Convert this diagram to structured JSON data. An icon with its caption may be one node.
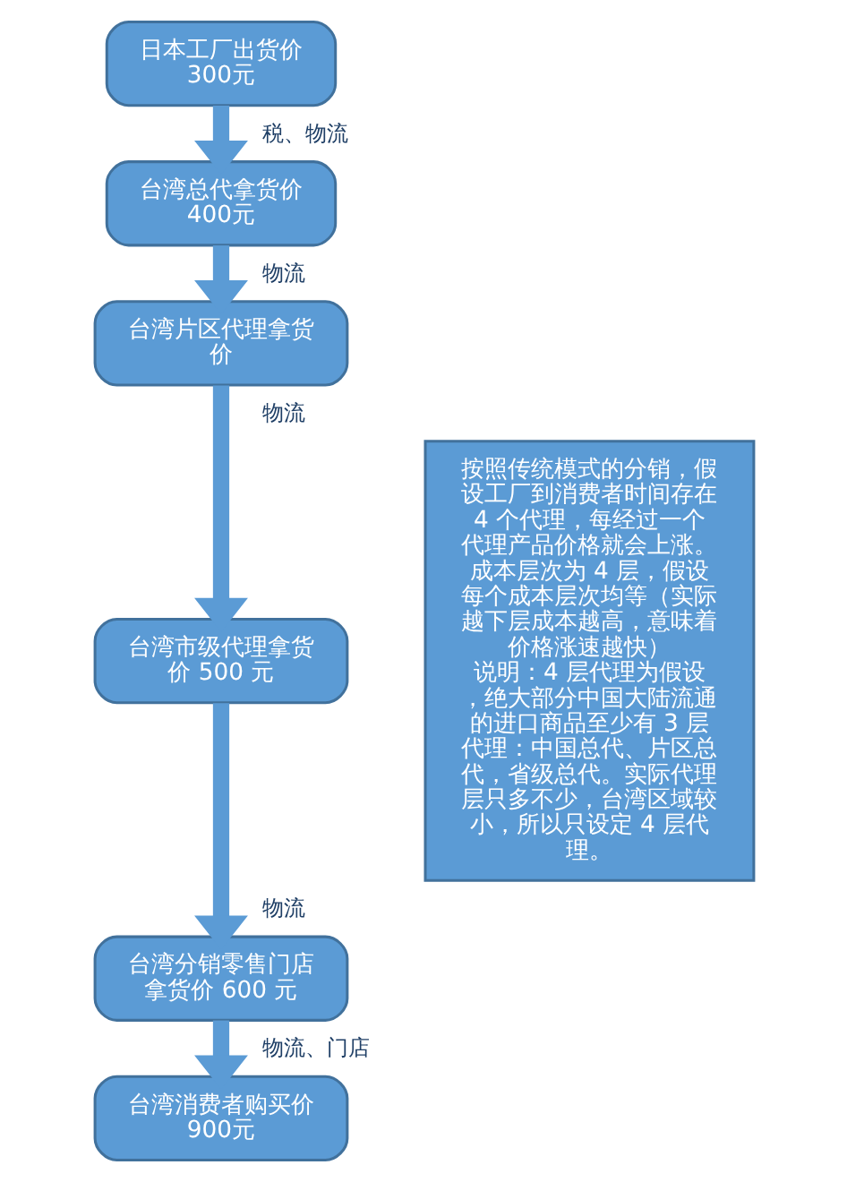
{
  "diagram": {
    "nodes": [
      {
        "text": [
          "日本工厂出货价300元"
        ]
      },
      {
        "text": [
          "台湾总代拿货价400元"
        ]
      },
      {
        "text": [
          "台湾片区代理拿货价"
        ]
      },
      {
        "text": [
          "台湾市级代理拿货价 500 元"
        ]
      },
      {
        "text": [
          "台湾分销零售门店拿货价 600 元"
        ]
      },
      {
        "text": [
          "台湾消费者购买价900元"
        ]
      },
      {
        "text": [
          "按照传统模式的分销，假设工厂到消费者时间存在 4 个代理，每经过一个代理产品价格就会上涨。成本层次为 4 层，假设每个成本层次均等（实际越下层成本越高，意味着价格涨速越快）",
          "说明：4 层代理为假设，绝大部分中国大陆流通的进口商品至少有 3 层代理：中国总代、片区总代，省级总代。实际代理层只多不少，台湾区域较小，所以只设定 4 层代理。"
        ]
      }
    ],
    "edges": [
      {
        "from": 0,
        "to": 1,
        "arrow": "to",
        "label": "税、物流"
      },
      {
        "from": 1,
        "to": 2,
        "arrow": "to",
        "label": "物流"
      },
      {
        "from": 2,
        "to": 3,
        "arrow": "to",
        "label": "物流"
      },
      {
        "from": 3,
        "to": 4,
        "arrow": "to",
        "label": "物流"
      },
      {
        "from": 4,
        "to": 5,
        "arrow": "to",
        "label": "物流、门店"
      }
    ]
  }
}
